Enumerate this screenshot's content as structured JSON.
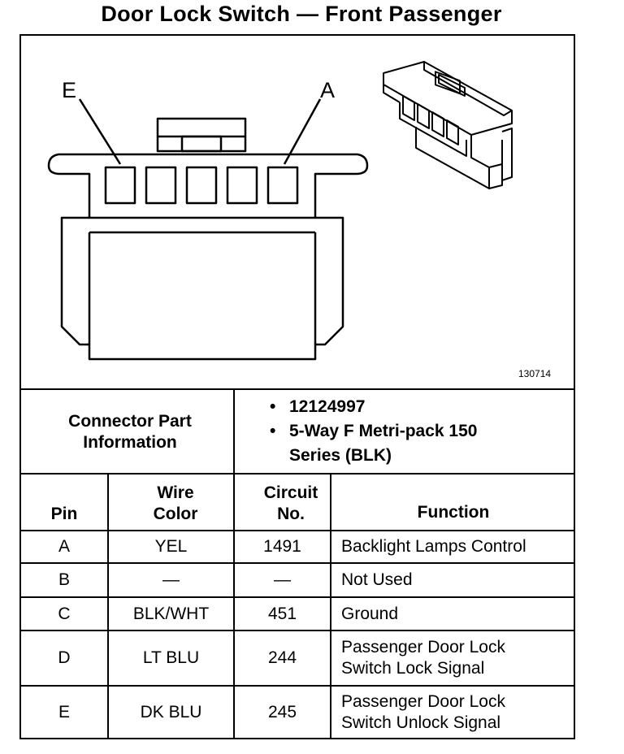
{
  "title": "Door Lock Switch — Front Passenger",
  "diagram": {
    "pin_label_left": "E",
    "pin_label_right": "A",
    "figure_number": "130714"
  },
  "connector_info": {
    "label": "Connector Part Information",
    "items": [
      "12124997",
      "5-Way F Metri-pack 150 Series (BLK)"
    ],
    "bullet": "•"
  },
  "table": {
    "headers": {
      "pin": "Pin",
      "wire_color": "Wire Color",
      "circuit_no": "Circuit No.",
      "function": "Function"
    },
    "rows": [
      {
        "pin": "A",
        "wire": "YEL",
        "circuit": "1491",
        "function": "Backlight Lamps Control"
      },
      {
        "pin": "B",
        "wire": "—",
        "circuit": "—",
        "function": "Not Used"
      },
      {
        "pin": "C",
        "wire": "BLK/WHT",
        "circuit": "451",
        "function": "Ground"
      },
      {
        "pin": "D",
        "wire": "LT BLU",
        "circuit": "244",
        "function": "Passenger Door Lock Switch Lock Signal"
      },
      {
        "pin": "E",
        "wire": "DK BLU",
        "circuit": "245",
        "function": "Passenger Door Lock Switch Unlock Signal"
      }
    ]
  }
}
